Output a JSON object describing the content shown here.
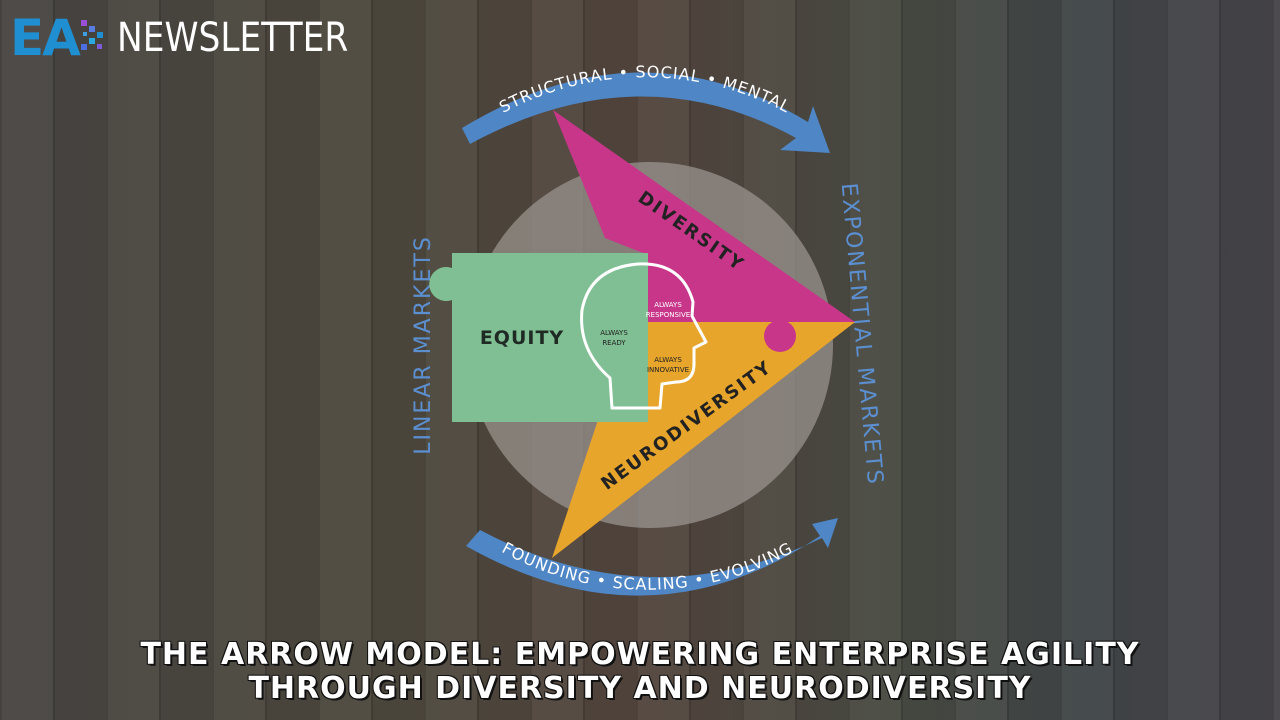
{
  "brand": {
    "logo_letters": "EA",
    "logo_word": "NEWSLETTER",
    "colors": {
      "logo_blue": "#1f8fd1",
      "arrow_blue": "#4f86c6",
      "diversity": "#c8368a",
      "neurodiversity": "#e7a52b",
      "equity": "#7fbf93",
      "circle": "#8a8480"
    }
  },
  "diagram": {
    "top_arc_text": "STRUCTURAL • SOCIAL • MENTAL",
    "bottom_arc_text": "FOUNDING • SCALING • EVOLVING",
    "left_text": "LINEAR MARKETS",
    "right_text": "EXPONENTIAL MARKETS",
    "diversity_label": "DIVERSITY",
    "neurodiversity_label": "NEURODIVERSITY",
    "equity_label": "EQUITY",
    "head": {
      "ready_1": "ALWAYS",
      "ready_2": "READY",
      "responsive_1": "ALWAYS",
      "responsive_2": "RESPONSIVE",
      "innovative_1": "ALWAYS",
      "innovative_2": "INNOVATIVE"
    }
  },
  "headline": {
    "line1": "THE ARROW MODEL: EMPOWERING ENTERPRISE AGILITY",
    "line2": "THROUGH DIVERSITY AND NEURODIVERSITY"
  }
}
